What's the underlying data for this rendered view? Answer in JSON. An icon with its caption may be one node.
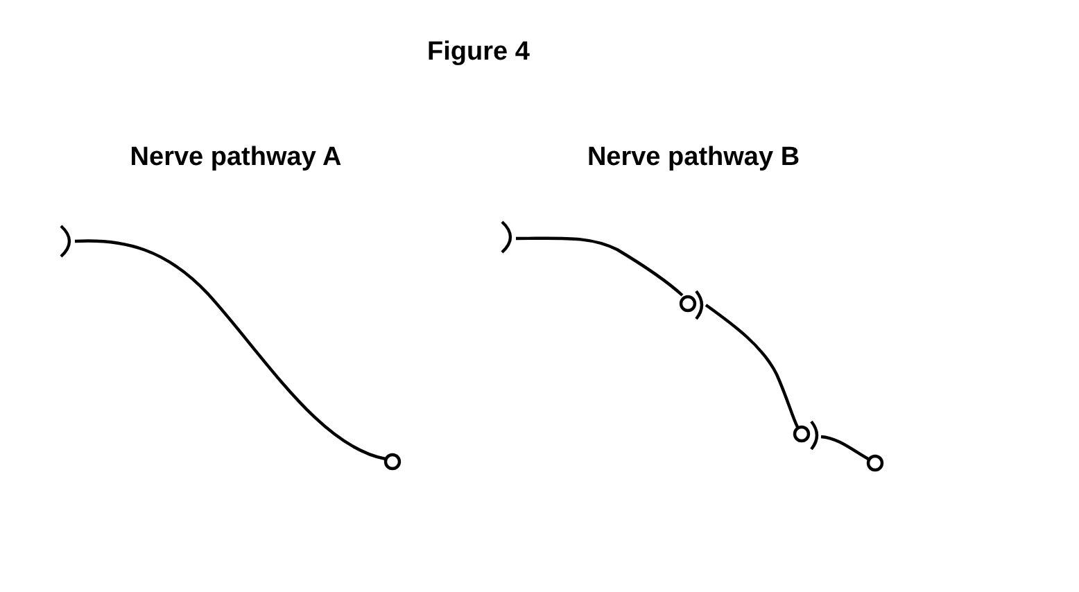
{
  "diagram": {
    "title": "Figure 4",
    "labels": [
      "Nerve pathway A",
      "Nerve pathway B"
    ]
  }
}
